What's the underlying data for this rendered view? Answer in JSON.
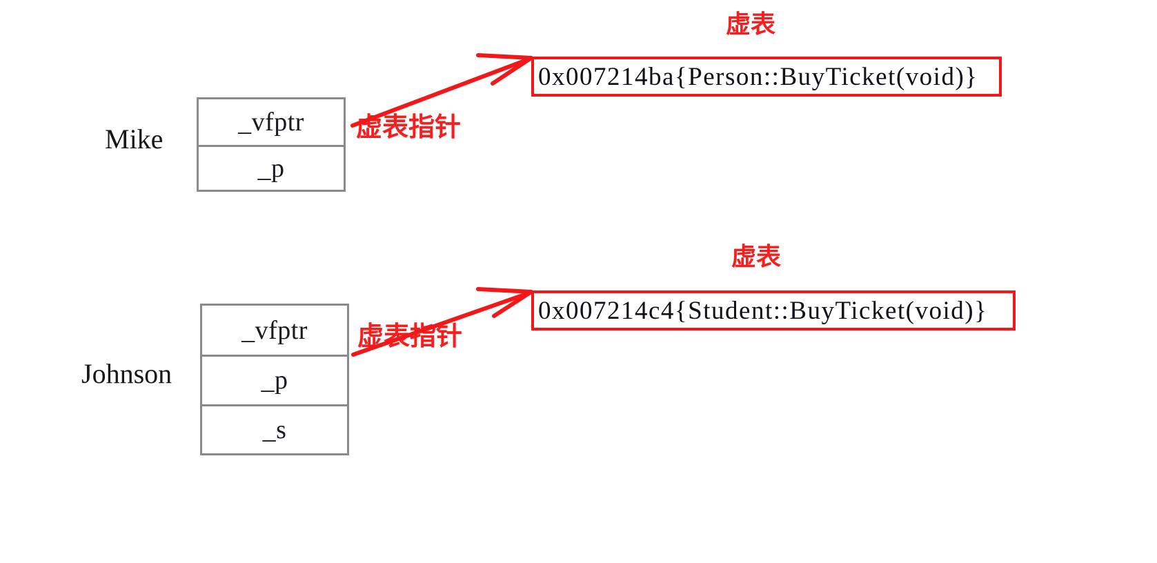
{
  "diagram": {
    "title": "C++ virtual table (vtable) pointer layout",
    "background_color": "#ffffff",
    "accent_color": "#f42020",
    "box_border_color": "#8a8a8a",
    "text_color": "#18181a"
  },
  "objects": [
    {
      "name": "Mike",
      "members": [
        "_vfptr",
        "_p"
      ]
    },
    {
      "name": "Johnson",
      "members": [
        "_vfptr",
        "_p",
        "_s"
      ]
    }
  ],
  "annotations": {
    "vfptr_pointer_label": "虚表指针",
    "vtable_label": "虚表"
  },
  "vtables": [
    {
      "for": "Mike",
      "entry": "0x007214ba{Person::BuyTicket(void)}",
      "address": "0x007214ba",
      "function": "Person::BuyTicket(void)",
      "title": "虚表"
    },
    {
      "for": "Johnson",
      "entry": "0x007214c4{Student::BuyTicket(void)}",
      "address": "0x007214c4",
      "function": "Student::BuyTicket(void)",
      "title": "虚表"
    }
  ]
}
